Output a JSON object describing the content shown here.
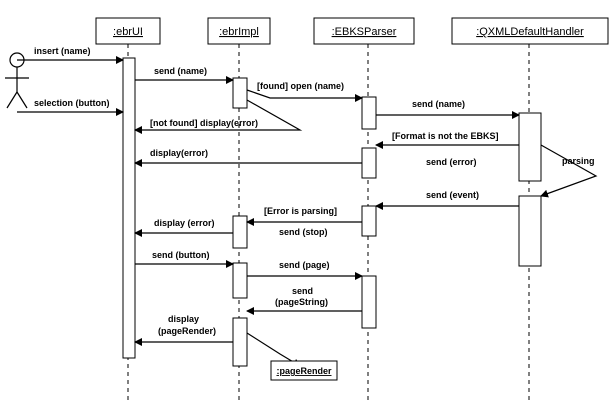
{
  "lifelines": [
    {
      "name": ":ebrUI"
    },
    {
      "name": ":ebrImpl"
    },
    {
      "name": ":EBKSParser"
    },
    {
      "name": ":QXMLDefaultHandler"
    }
  ],
  "messages": {
    "insert": "insert (name)",
    "selection": "selection (button)",
    "send_name_1": "send (name)",
    "found_open": "[found] open (name)",
    "not_found": "[not found] display(error)",
    "send_name_2": "send (name)",
    "format_guard": "[Format is not the EBKS]",
    "send_error": "send (error)",
    "display_error_1": "display(error)",
    "parsing": "parsing",
    "send_event": "send (event)",
    "error_parsing": "[Error is parsing]",
    "send_stop": "send (stop)",
    "display_error_2": "display (error)",
    "send_button": "send (button)",
    "send_page": "send (page)",
    "send_pagestring_1": "send",
    "send_pagestring_2": "(pageString)",
    "display_render_1": "display",
    "display_render_2": "(pageRender)",
    "page_render_object": ":pageRender"
  }
}
